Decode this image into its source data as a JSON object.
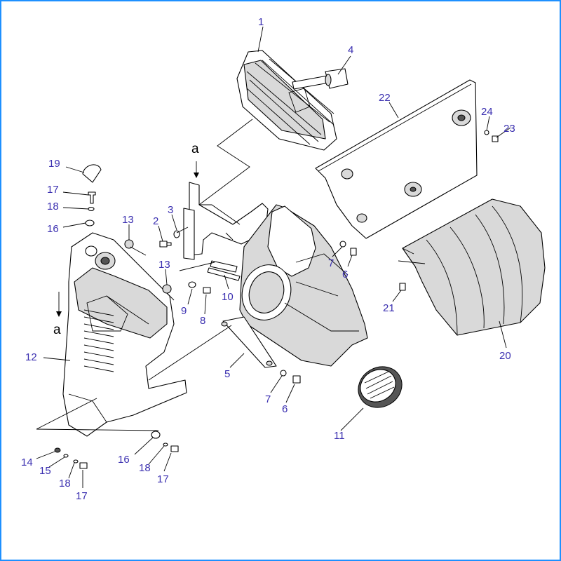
{
  "colors": {
    "frame": "#1e90ff",
    "callout_text": "#3a2fb0",
    "line": "#000000",
    "panel_shade": "#d9d9d9"
  },
  "diagram": {
    "arrow_label": "a",
    "callouts": [
      {
        "id": "c1",
        "text": "1"
      },
      {
        "id": "c4",
        "text": "4"
      },
      {
        "id": "c22",
        "text": "22"
      },
      {
        "id": "c24",
        "text": "24"
      },
      {
        "id": "c23",
        "text": "23"
      },
      {
        "id": "c19",
        "text": "19"
      },
      {
        "id": "c17a",
        "text": "17"
      },
      {
        "id": "c18a",
        "text": "18"
      },
      {
        "id": "c16a",
        "text": "16"
      },
      {
        "id": "c13a",
        "text": "13"
      },
      {
        "id": "c2",
        "text": "2"
      },
      {
        "id": "c3",
        "text": "3"
      },
      {
        "id": "c13b",
        "text": "13"
      },
      {
        "id": "c9",
        "text": "9"
      },
      {
        "id": "c8",
        "text": "8"
      },
      {
        "id": "c10",
        "text": "10"
      },
      {
        "id": "c7a",
        "text": "7"
      },
      {
        "id": "c6a",
        "text": "6"
      },
      {
        "id": "c21",
        "text": "21"
      },
      {
        "id": "c20",
        "text": "20"
      },
      {
        "id": "c12",
        "text": "12"
      },
      {
        "id": "c5",
        "text": "5"
      },
      {
        "id": "c7b",
        "text": "7"
      },
      {
        "id": "c6b",
        "text": "6"
      },
      {
        "id": "c11",
        "text": "11"
      },
      {
        "id": "c14",
        "text": "14"
      },
      {
        "id": "c15",
        "text": "15"
      },
      {
        "id": "c18b",
        "text": "18"
      },
      {
        "id": "c17b",
        "text": "17"
      },
      {
        "id": "c16b",
        "text": "16"
      },
      {
        "id": "c18c",
        "text": "18"
      },
      {
        "id": "c17c",
        "text": "17"
      }
    ]
  }
}
